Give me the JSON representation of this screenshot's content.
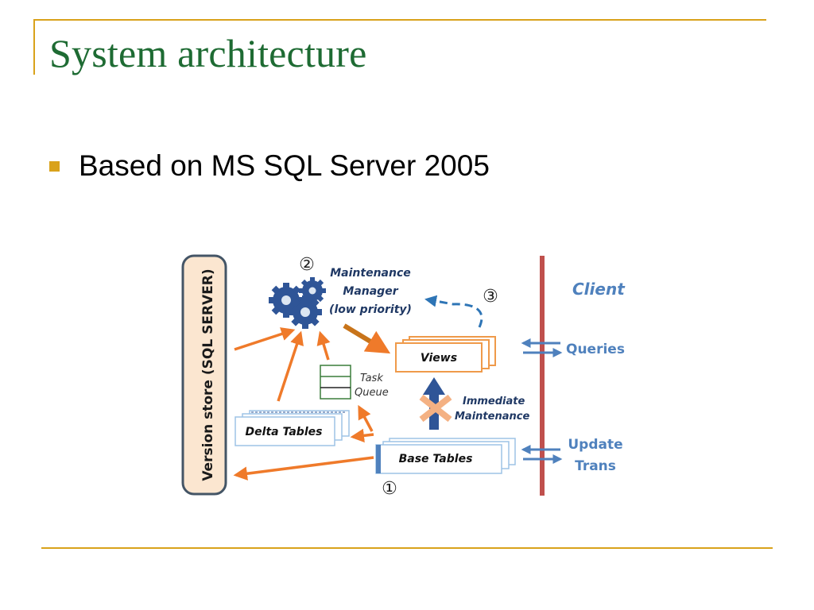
{
  "slide": {
    "title": "System architecture",
    "bullet": "Based on MS SQL Server 2005"
  },
  "diagram": {
    "version_store": "Version store (SQL SERVER)",
    "maintenance_manager": [
      "Maintenance",
      "Manager",
      "(low priority)"
    ],
    "step_markers": [
      "②",
      "③",
      "①"
    ],
    "client": "Client",
    "views": "Views",
    "queries": "Queries",
    "task_queue": [
      "Task",
      "Queue"
    ],
    "immediate_maintenance": [
      "Immediate",
      "Maintenance"
    ],
    "delta_tables": "Delta Tables",
    "base_tables": "Base Tables",
    "update_trans": [
      "Update",
      "Trans"
    ]
  },
  "colors": {
    "accent_gold": "#d9a21b",
    "title_green": "#1e6b33",
    "arrow_orange": "#ef7a2a",
    "client_line": "#c0504d",
    "label_blue": "#4f81bd",
    "navy_text": "#1f3864",
    "gear_blue": "#2f5597"
  },
  "icons": [
    "gears-icon",
    "crossed-out-arrow-icon",
    "double-arrow-icon"
  ]
}
